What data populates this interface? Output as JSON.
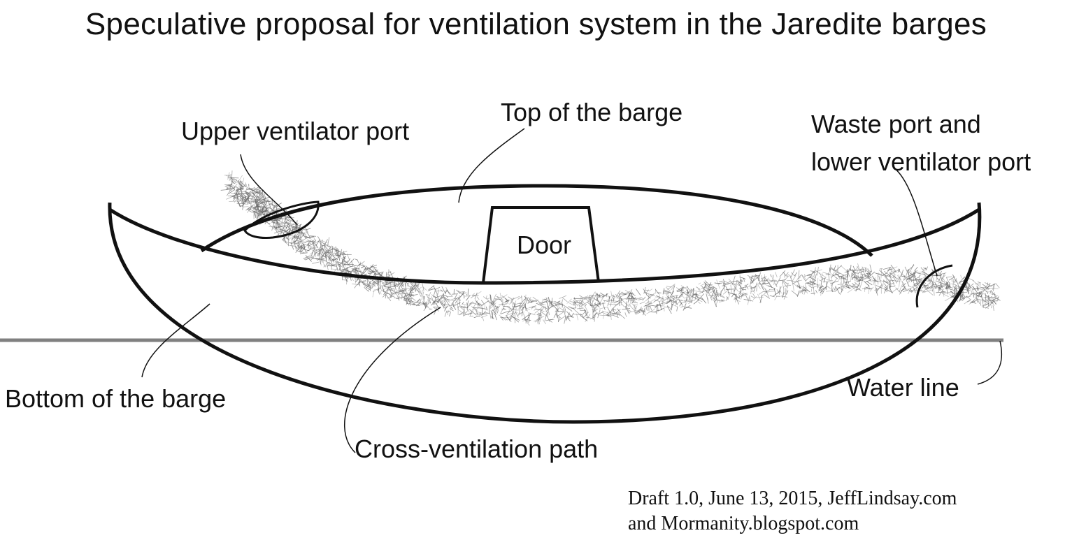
{
  "title": "Speculative proposal for ventilation system in the Jaredite barges",
  "labels": {
    "upper_port": "Upper ventilator port",
    "top": "Top of the barge",
    "waste_port_line1": "Waste port and",
    "waste_port_line2": "lower ventilator port",
    "door": "Door",
    "bottom": "Bottom of the barge",
    "water_line": "Water line",
    "cross_path": "Cross-ventilation path"
  },
  "credit": {
    "line1": "Draft 1.0, June 13, 2015, JeffLindsay.com",
    "line2": "and Mormanity.blogspot.com"
  },
  "colors": {
    "ink": "#111111",
    "water_line": "#808080",
    "airflow": "#666666"
  }
}
